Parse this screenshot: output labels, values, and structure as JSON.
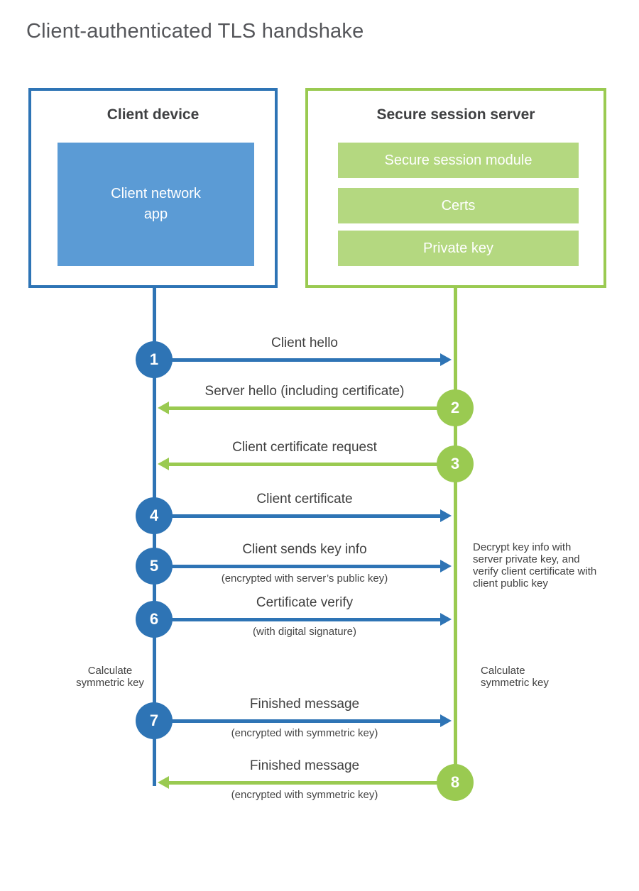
{
  "title": "Client-authenticated TLS handshake",
  "colors": {
    "blue": "#2e74b5",
    "blue_fill": "#5b9bd5",
    "green": "#9aca51",
    "green_fill": "#b4d880",
    "text": "#404040",
    "title_text": "#55565a"
  },
  "client": {
    "title": "Client device",
    "app_label": "Client network\napp"
  },
  "server": {
    "title": "Secure session server",
    "modules": [
      "Secure session module",
      "Certs",
      "Private key"
    ]
  },
  "steps": [
    {
      "num": "1",
      "label": "Client hello",
      "direction": "right"
    },
    {
      "num": "2",
      "label": "Server hello (including certificate)",
      "direction": "left"
    },
    {
      "num": "3",
      "label": "Client certificate request",
      "direction": "left"
    },
    {
      "num": "4",
      "label": "Client certificate",
      "direction": "right"
    },
    {
      "num": "5",
      "label": "Client sends key info",
      "sublabel": "(encrypted with server’s public key)",
      "direction": "right"
    },
    {
      "num": "6",
      "label": "Certificate verify",
      "sublabel": "(with digital signature)",
      "direction": "right"
    },
    {
      "num": "7",
      "label": "Finished message",
      "sublabel": "(encrypted with symmetric key)",
      "direction": "right"
    },
    {
      "num": "8",
      "label": "Finished message",
      "sublabel": "(encrypted with symmetric key)",
      "direction": "left"
    }
  ],
  "annotations": {
    "server_note": "Decrypt key info with server private key, and verify client certificate with client public key",
    "calc_left": "Calculate symmetric key",
    "calc_right": "Calculate symmetric key"
  }
}
